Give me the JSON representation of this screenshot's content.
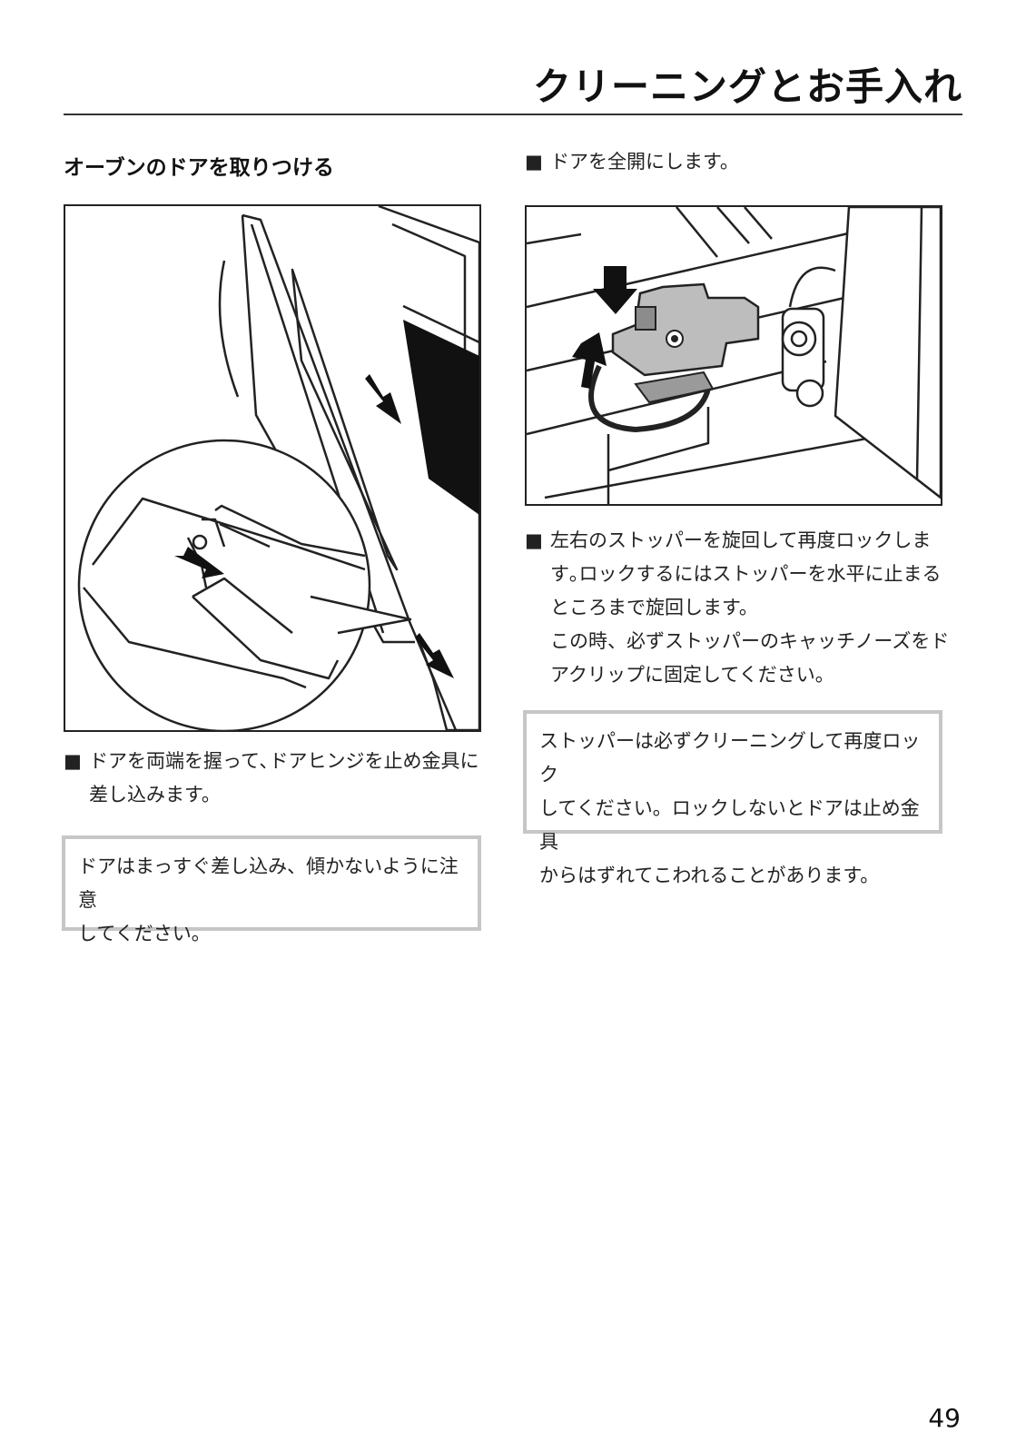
{
  "header": {
    "title": "クリーニングとお手入れ"
  },
  "left": {
    "heading": "オーブンのドアを取りつける",
    "step": {
      "bullet": "■",
      "line1": "ドアを両端を握って､ドアヒンジを止め金具に",
      "line2": "差し込みます。"
    },
    "note": {
      "line1": "ドアはまっすぐ差し込み、傾かないように注意",
      "line2": "してください。"
    }
  },
  "right": {
    "step1": {
      "bullet": "■",
      "text": "ドアを全開にします。"
    },
    "step2": {
      "bullet": "■",
      "line1": "左右のストッパーを旋回して再度ロックしま",
      "line2": "す｡ロックするにはストッパーを水平に止まる",
      "line3": "ところまで旋回します。",
      "line4": "この時、必ずストッパーのキャッチノーズをド",
      "line5": "アクリップに固定してください。"
    },
    "note": {
      "line1": "ストッパーは必ずクリーニングして再度ロック",
      "line2": "してください。ロックしないとドアは止め金具",
      "line3": "からはずれてこわれることがあります。"
    }
  },
  "footer": {
    "page_number": "49"
  }
}
